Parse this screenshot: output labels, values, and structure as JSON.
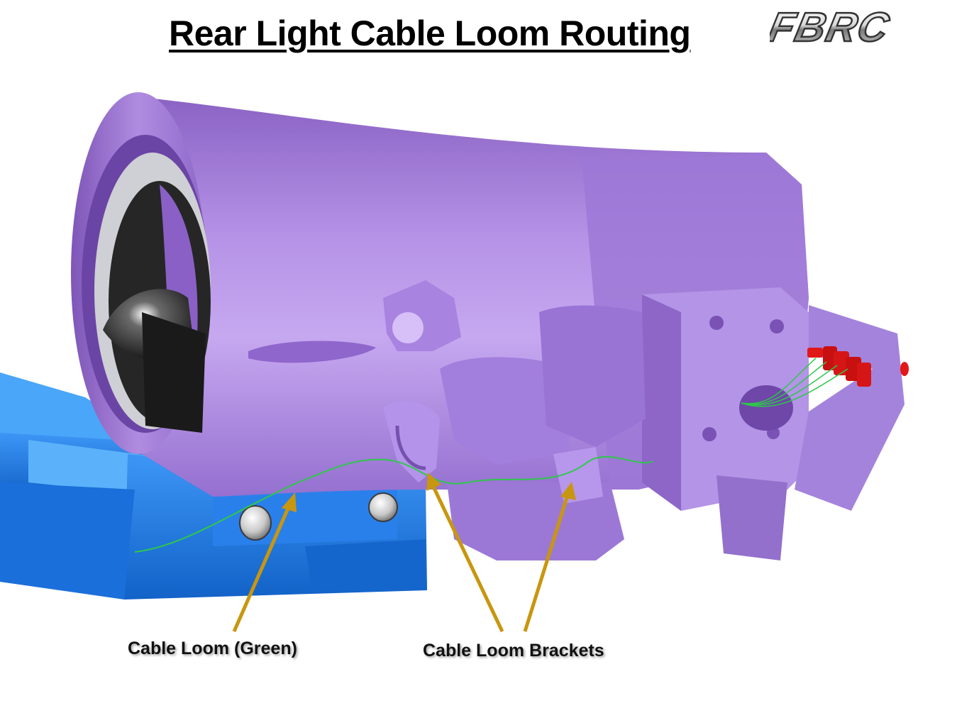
{
  "title": "Rear Light Cable Loom Routing",
  "logo_text": "FBRC",
  "labels": {
    "cable_loom": "Cable Loom (Green)",
    "brackets": "Cable Loom Brackets"
  },
  "colors": {
    "duct_purple": "#a57fd6",
    "duct_dark": "#7d55b5",
    "chassis_blue": "#1f78e6",
    "cable_green": "#2ec84a",
    "arrow_gold": "#c8960f",
    "connector_red": "#e01818"
  }
}
